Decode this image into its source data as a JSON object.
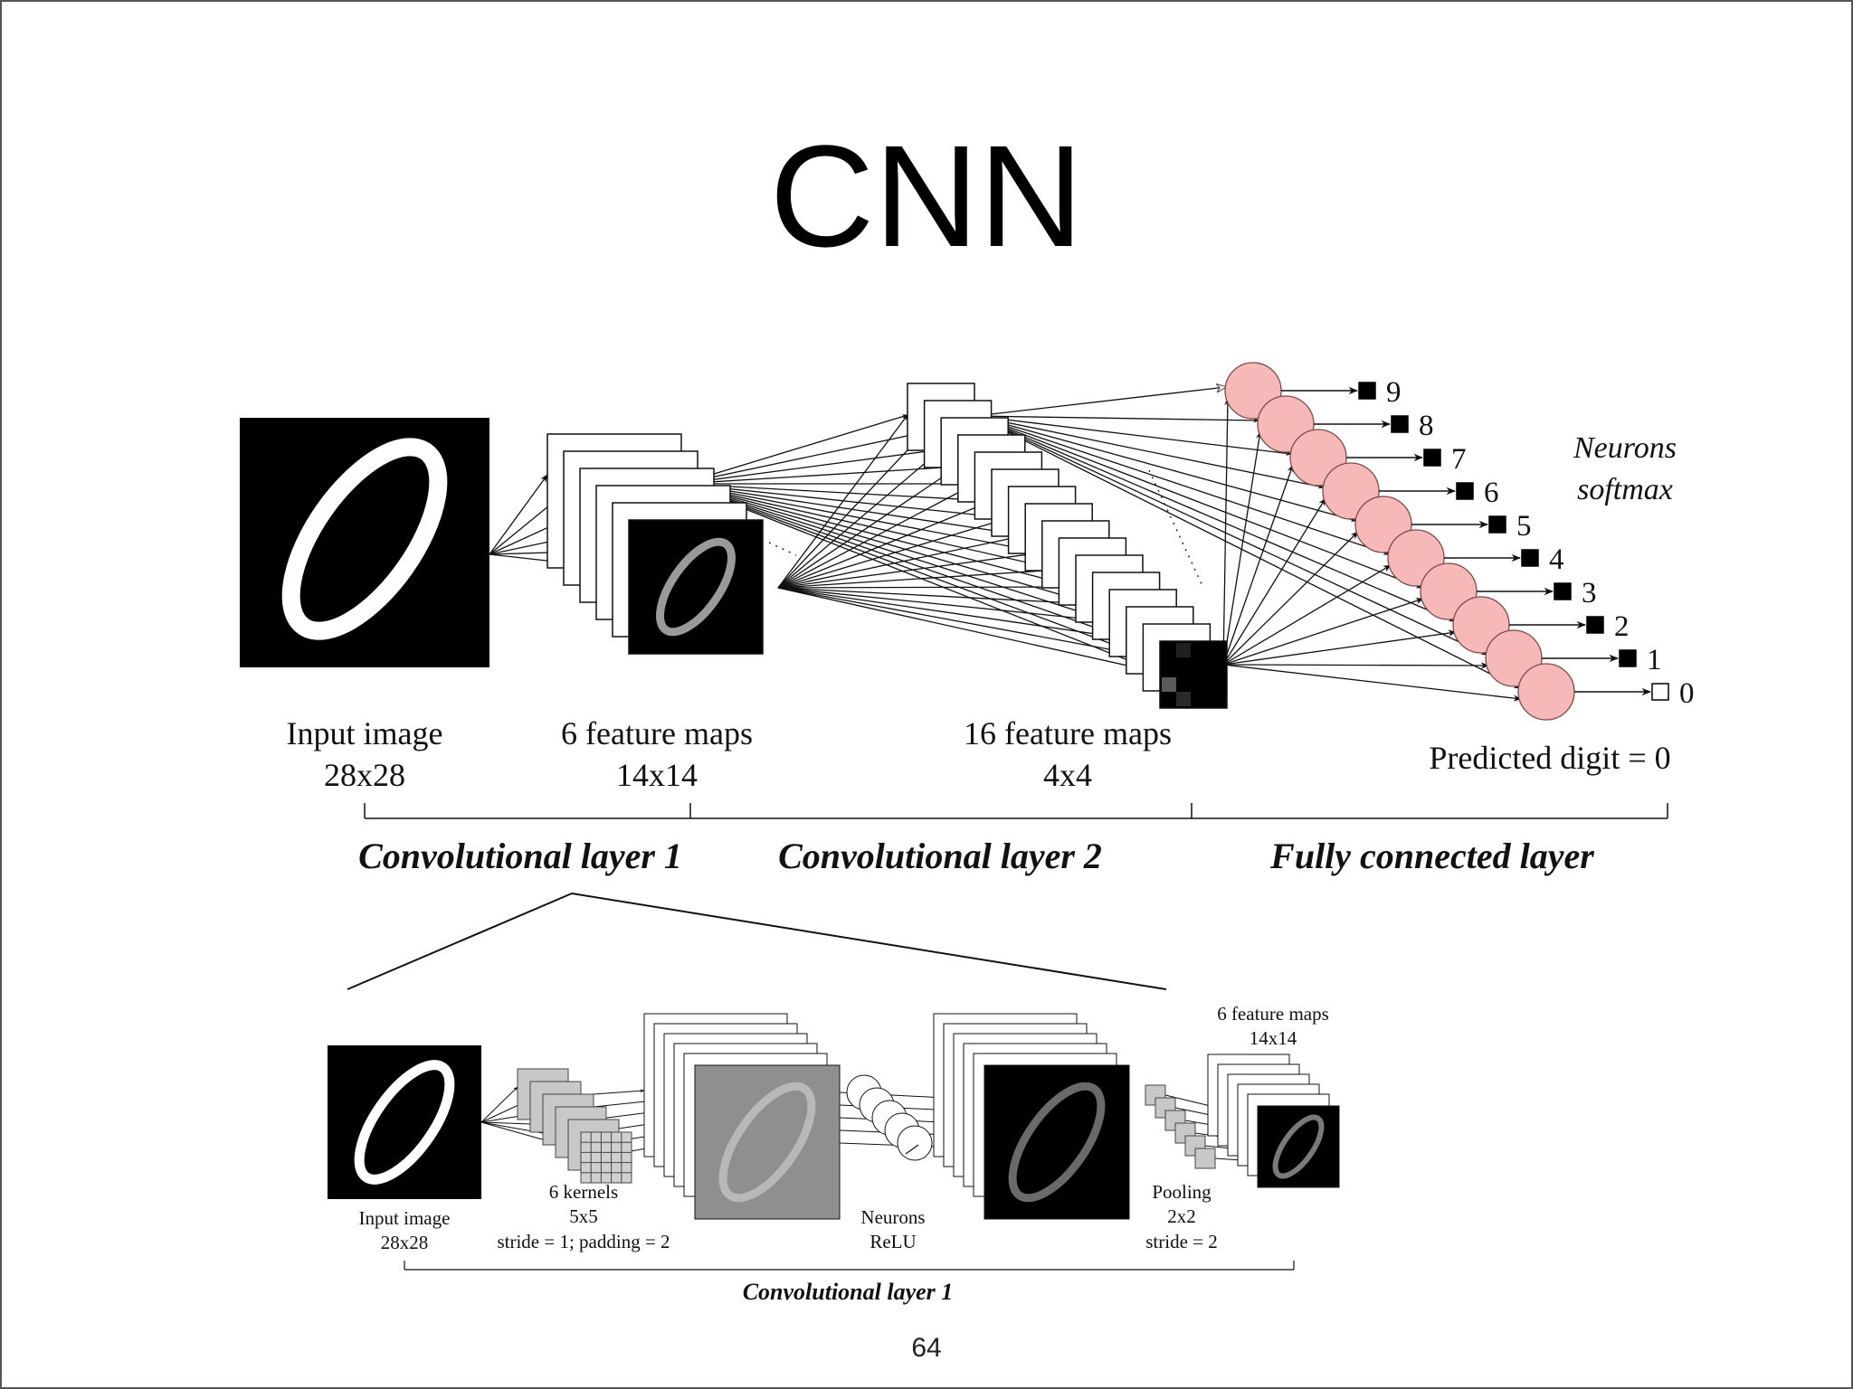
{
  "slide": {
    "title": "CNN",
    "page_number": "64"
  },
  "main_diagram": {
    "input": {
      "label": "Input image",
      "size": "28x28"
    },
    "conv1_maps": {
      "label": "6 feature maps",
      "size": "14x14"
    },
    "conv2_maps": {
      "label": "16 feature maps",
      "size": "4x4"
    },
    "output_note": {
      "line1": "Neurons",
      "line2": "softmax"
    },
    "output_digits": [
      "9",
      "8",
      "7",
      "6",
      "5",
      "4",
      "3",
      "2",
      "1",
      "0"
    ],
    "predicted": "Predicted digit = 0",
    "sections": {
      "conv1": "Convolutional layer 1",
      "conv2": "Convolutional layer 2",
      "fc": "Fully connected layer"
    }
  },
  "detail_diagram": {
    "input": {
      "label": "Input image",
      "size": "28x28"
    },
    "kernels": {
      "line1": "6 kernels",
      "line2": "5x5",
      "line3": "stride = 1; padding = 2"
    },
    "neurons": {
      "line1": "Neurons",
      "line2": "ReLU"
    },
    "pooling": {
      "line1": "Pooling",
      "line2": "2x2",
      "line3": "stride = 2"
    },
    "output": {
      "label": "6 feature maps",
      "size": "14x14"
    },
    "section": "Convolutional layer 1"
  },
  "colors": {
    "neuron_fill": "#f7b8b8",
    "neuron_stroke": "#7a4a4a",
    "image_bg": "#000000",
    "stroke": "#111111"
  }
}
